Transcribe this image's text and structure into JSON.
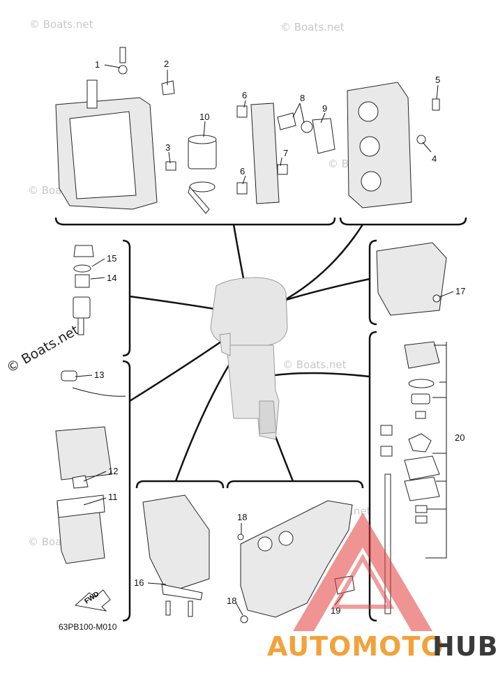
{
  "callouts": [
    "1",
    "2",
    "3",
    "4",
    "5",
    "6",
    "6",
    "7",
    "8",
    "9",
    "10",
    "11",
    "12",
    "13",
    "14",
    "15",
    "16",
    "17",
    "18",
    "18",
    "19",
    "20"
  ],
  "diagram_code": "63PB100-M010",
  "fwd_label": "FWD",
  "watermark": "© Boats.net",
  "watermark_bold": "© Boats.net",
  "brand": {
    "part1": "AUTOMOTO",
    "part2": "HUB",
    "color1": "#f2a23a",
    "color2": "#3a3a3a",
    "accent": "#e23b3b"
  }
}
